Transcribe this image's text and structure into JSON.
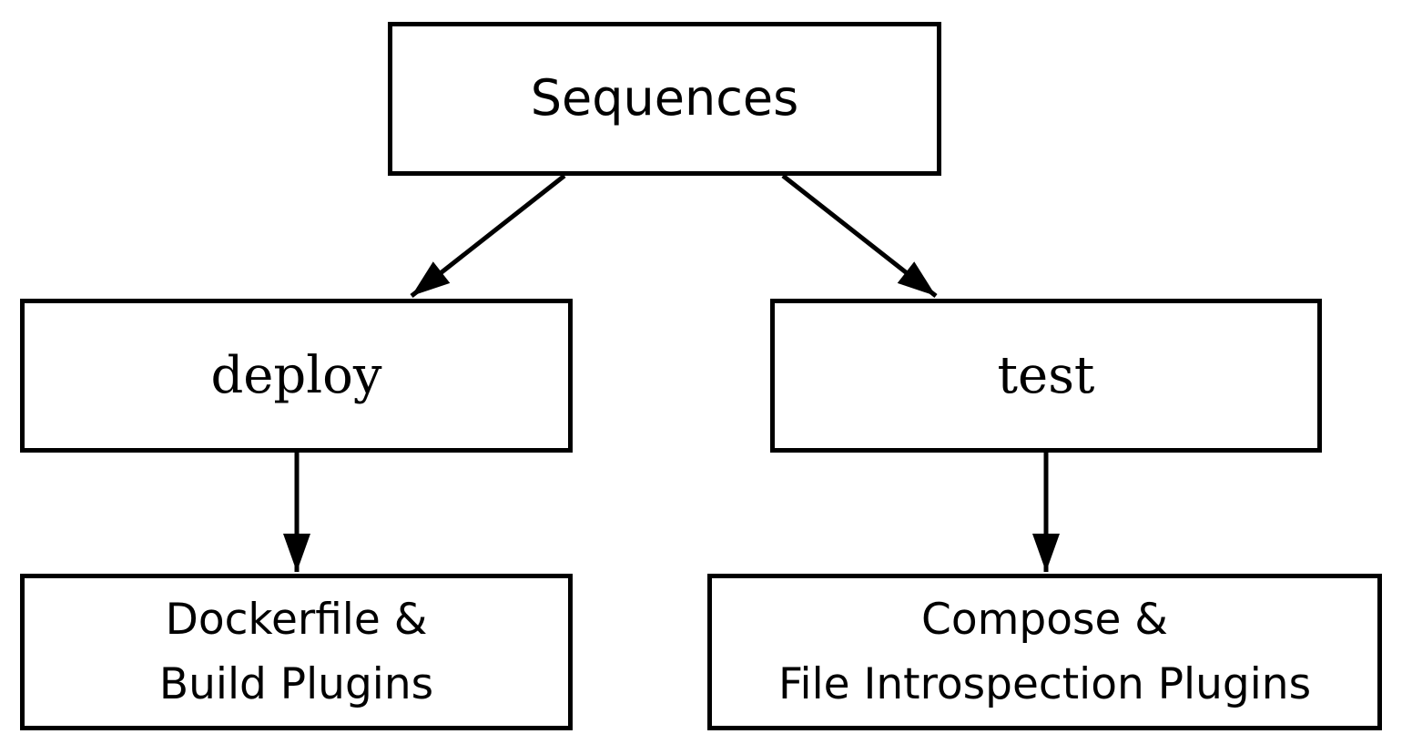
{
  "diagram": {
    "type": "flowchart",
    "colors": {
      "background": "#ffffff",
      "box_border": "#000000",
      "arrow": "#000000",
      "text": "#000000"
    },
    "nodes": {
      "sequences": {
        "label": "Sequences"
      },
      "deploy": {
        "label": "deploy"
      },
      "test": {
        "label": "test"
      },
      "dockerfile_plugins": {
        "line1": "Dockerfile &",
        "line2": "Build Plugins"
      },
      "compose_plugins": {
        "line1": "Compose &",
        "line2": "File Introspection Plugins"
      }
    },
    "edges": [
      {
        "from": "Sequences",
        "to": "deploy"
      },
      {
        "from": "Sequences",
        "to": "test"
      },
      {
        "from": "deploy",
        "to": "Dockerfile & Build Plugins"
      },
      {
        "from": "test",
        "to": "Compose & File Introspection Plugins"
      }
    ]
  }
}
